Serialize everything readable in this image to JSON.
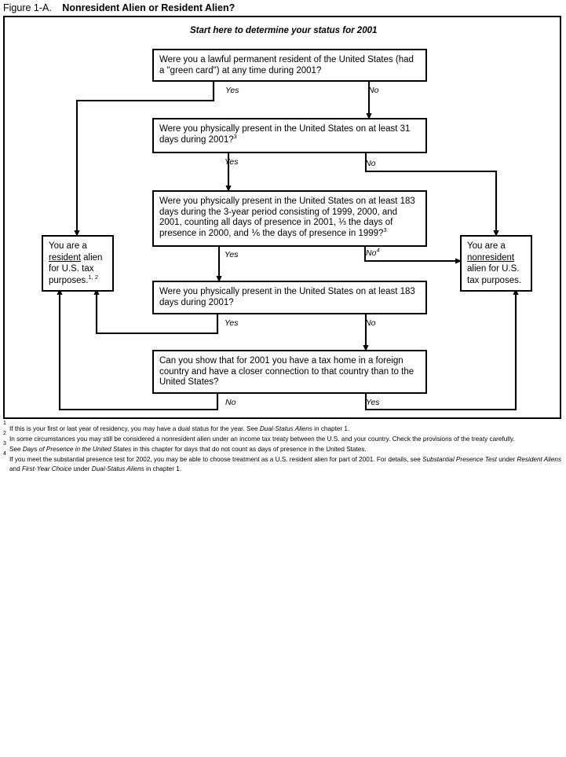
{
  "figure": {
    "label": "Figure 1-A.",
    "title": "Nonresident Alien or Resident Alien?"
  },
  "chart_data": {
    "type": "diagram",
    "title": "Nonresident Alien or Resident Alien?",
    "subtitle": "Start here to determine your status for 2001",
    "nodes": [
      {
        "id": "q1",
        "kind": "decision",
        "text": "Were you a lawful permanent resident of the United States (had a \"green card\") at any time during 2001?"
      },
      {
        "id": "q2",
        "kind": "decision",
        "text": "Were you physically present in the United States on at least 31 days during 2001?",
        "footnote_ref": "3"
      },
      {
        "id": "q3",
        "kind": "decision",
        "text": "Were you physically present in the United States on at least 183 days during the 3-year period consisting of 1999, 2000, and 2001, counting all days of presence in 2001, ⅓ the days of presence in 2000, and ⅙ the days of presence in 1999?",
        "footnote_ref": "3"
      },
      {
        "id": "q4",
        "kind": "decision",
        "text": "Were you physically present in the United States on at least 183 days during 2001?"
      },
      {
        "id": "q5",
        "kind": "decision",
        "text": "Can you show that for 2001 you have a tax home in a foreign country and have a closer connection to that country than to the United States?"
      },
      {
        "id": "resident",
        "kind": "terminal",
        "line1": "You are a",
        "emph": "resident",
        "after_emph": " alien",
        "line3": "for U.S. tax",
        "line4": "purposes.",
        "footnote_ref": "1, 2"
      },
      {
        "id": "nonresident",
        "kind": "terminal",
        "line1": "You are a",
        "emph": "nonresident",
        "after_emph": "",
        "line3": "alien for U.S.",
        "line4": "tax purposes.",
        "footnote_ref": ""
      }
    ],
    "edges": [
      {
        "from": "q1",
        "label": "Yes",
        "to": "resident"
      },
      {
        "from": "q1",
        "label": "No",
        "to": "q2"
      },
      {
        "from": "q2",
        "label": "Yes",
        "to": "q3"
      },
      {
        "from": "q2",
        "label": "No",
        "to": "nonresident"
      },
      {
        "from": "q3",
        "label": "Yes",
        "to": "q4"
      },
      {
        "from": "q3",
        "label": "No",
        "footnote_ref": "4",
        "to": "nonresident"
      },
      {
        "from": "q4",
        "label": "Yes",
        "to": "resident"
      },
      {
        "from": "q4",
        "label": "No",
        "to": "q5"
      },
      {
        "from": "q5",
        "label": "No",
        "to": "resident"
      },
      {
        "from": "q5",
        "label": "Yes",
        "to": "nonresident"
      }
    ]
  },
  "labels": {
    "yes": "Yes",
    "no": "No",
    "no4": "No",
    "no4_sup": "4"
  },
  "footnotes": [
    {
      "marker": "1",
      "parts": [
        {
          "t": "If this is your first or last year of residency, you may have a dual status for the year. See ",
          "i": false
        },
        {
          "t": "Dual-Status Aliens",
          "i": true
        },
        {
          "t": " in chapter 1.",
          "i": false
        }
      ]
    },
    {
      "marker": "2",
      "parts": [
        {
          "t": "In some circumstances you may still be considered a nonresident alien under an income tax treaty between the U.S. and your country. Check the provisions of the treaty carefully.",
          "i": false
        }
      ]
    },
    {
      "marker": "3",
      "parts": [
        {
          "t": "See ",
          "i": false
        },
        {
          "t": "Days of Presence in the United States",
          "i": true
        },
        {
          "t": " in this chapter for days that do not count as days of presence in the United States.",
          "i": false
        }
      ]
    },
    {
      "marker": "4",
      "parts": [
        {
          "t": "If you meet the substantial presence test for 2002, you may be able to choose treatment as a U.S. resident alien for part of 2001. For details, see ",
          "i": false
        },
        {
          "t": "Substantial Presence Test",
          "i": true
        },
        {
          "t": " under ",
          "i": false
        },
        {
          "t": "Resident Aliens",
          "i": true
        },
        {
          "t": " and ",
          "i": false
        },
        {
          "t": "First-Year Choice",
          "i": true
        },
        {
          "t": " under ",
          "i": false
        },
        {
          "t": "Dual-Status Aliens",
          "i": true
        },
        {
          "t": " in chapter 1.",
          "i": false
        }
      ]
    }
  ],
  "colors": {
    "ink": "#000000",
    "paper": "#ffffff"
  }
}
